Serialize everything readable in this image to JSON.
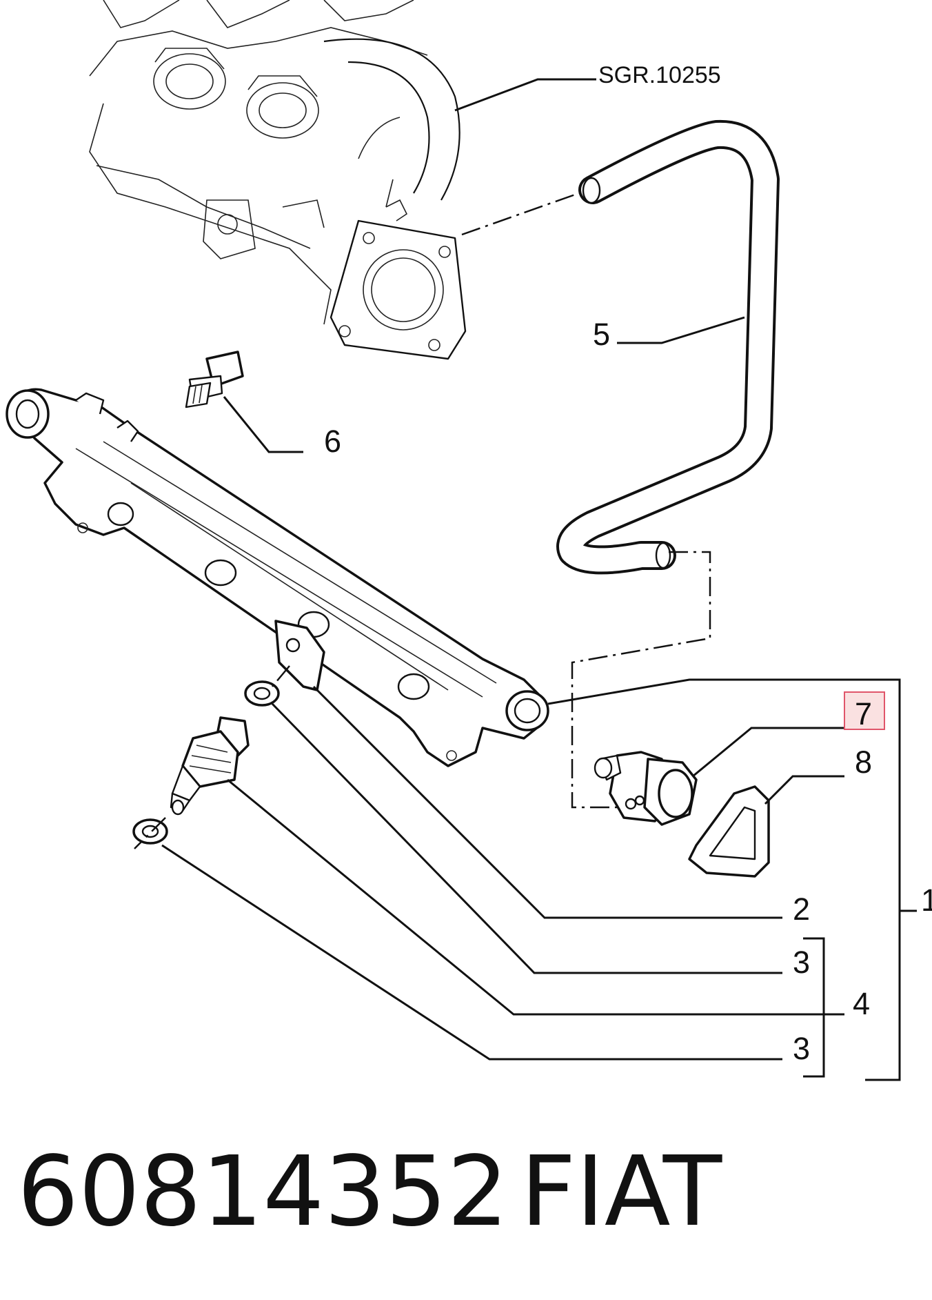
{
  "diagram": {
    "reference_label": "SGR.10255",
    "callouts": {
      "c1": "1",
      "c2": "2",
      "c3a": "3",
      "c3b": "3",
      "c4": "4",
      "c5": "5",
      "c6": "6",
      "c7": "7",
      "c8": "8"
    },
    "highlighted_callout": "7",
    "highlight_color": "#e0556a"
  },
  "footer": {
    "part_number": "60814352",
    "brand": "FIAT"
  }
}
